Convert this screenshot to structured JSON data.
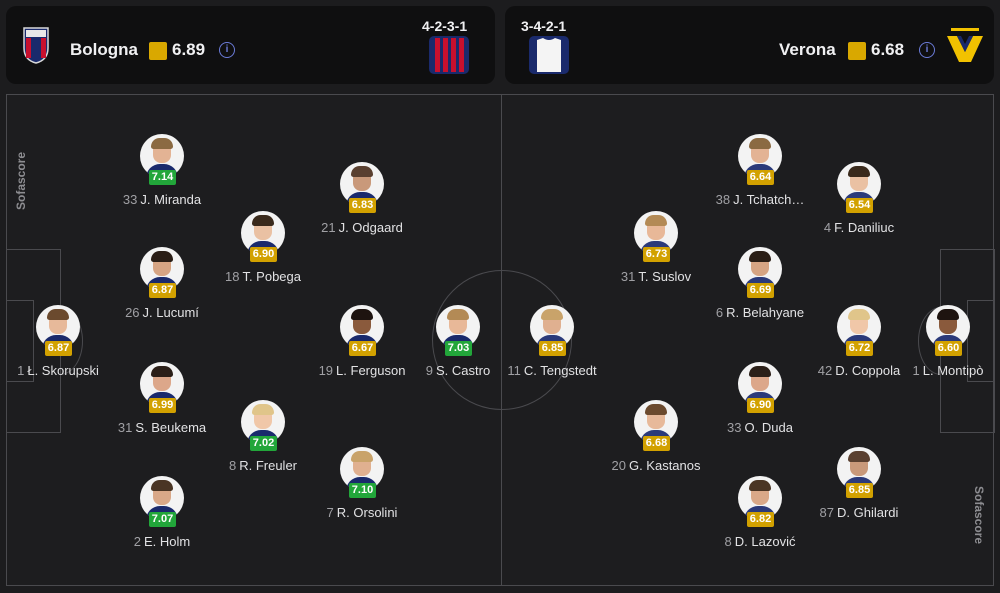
{
  "home": {
    "name": "Bologna",
    "rating": "6.89",
    "formation": "4-2-3-1",
    "color_primary": "#c8102e",
    "color_secondary": "#1a2a6c"
  },
  "away": {
    "name": "Verona",
    "rating": "6.68",
    "formation": "3-4-2-1",
    "color_primary": "#f2c200",
    "color_secondary": "#1a2a6c"
  },
  "brand": "Sofascore",
  "home_players": [
    {
      "num": "1",
      "name": "Ł. Skorupski",
      "rating": "6.87",
      "green": false
    },
    {
      "num": "33",
      "name": "J. Miranda",
      "rating": "7.14",
      "green": true
    },
    {
      "num": "26",
      "name": "J. Lucumí",
      "rating": "6.87",
      "green": false
    },
    {
      "num": "31",
      "name": "S. Beukema",
      "rating": "6.99",
      "green": false
    },
    {
      "num": "2",
      "name": "E. Holm",
      "rating": "7.07",
      "green": true
    },
    {
      "num": "18",
      "name": "T. Pobega",
      "rating": "6.90",
      "green": false
    },
    {
      "num": "8",
      "name": "R. Freuler",
      "rating": "7.02",
      "green": true
    },
    {
      "num": "21",
      "name": "J. Odgaard",
      "rating": "6.83",
      "green": false
    },
    {
      "num": "19",
      "name": "L. Ferguson",
      "rating": "6.67",
      "green": false
    },
    {
      "num": "7",
      "name": "R. Orsolini",
      "rating": "7.10",
      "green": true
    },
    {
      "num": "9",
      "name": "S. Castro",
      "rating": "7.03",
      "green": true
    }
  ],
  "away_players": [
    {
      "num": "11",
      "name": "C. Tengstedt",
      "rating": "6.85",
      "green": false
    },
    {
      "num": "31",
      "name": "T. Suslov",
      "rating": "6.73",
      "green": false
    },
    {
      "num": "20",
      "name": "G. Kastanos",
      "rating": "6.68",
      "green": false
    },
    {
      "num": "38",
      "name": "J. Tchatch…",
      "rating": "6.64",
      "green": false
    },
    {
      "num": "6",
      "name": "R. Belahyane",
      "rating": "6.69",
      "green": false
    },
    {
      "num": "33",
      "name": "O. Duda",
      "rating": "6.90",
      "green": false
    },
    {
      "num": "8",
      "name": "D. Lazović",
      "rating": "6.82",
      "green": false
    },
    {
      "num": "4",
      "name": "F. Daniliuc",
      "rating": "6.54",
      "green": false
    },
    {
      "num": "42",
      "name": "D. Coppola",
      "rating": "6.72",
      "green": false
    },
    {
      "num": "87",
      "name": "D. Ghilardi",
      "rating": "6.85",
      "green": false
    },
    {
      "num": "1",
      "name": "L. Montipò",
      "rating": "6.60",
      "green": false
    }
  ]
}
